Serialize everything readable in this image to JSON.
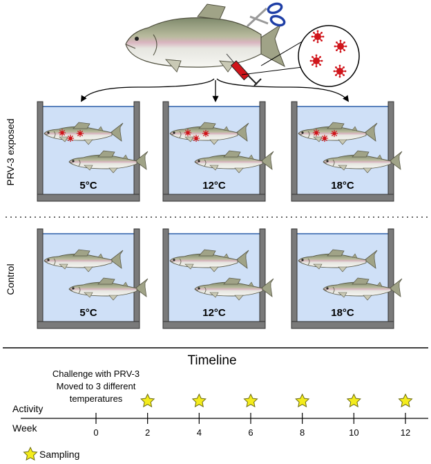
{
  "rows": [
    {
      "label": "PRV-3 exposed",
      "infected": true
    },
    {
      "label": "Control",
      "infected": false
    }
  ],
  "temperatures": [
    "5°C",
    "12°C",
    "18°C"
  ],
  "timeline": {
    "title": "Timeline",
    "challenge_line1": "Challenge with PRV-3",
    "challenge_line2": "Moved to 3 different",
    "challenge_line3": "temperatures",
    "activity_label": "Activity",
    "week_label": "Week",
    "weeks": [
      "0",
      "2",
      "4",
      "6",
      "8",
      "10",
      "12"
    ],
    "sampling_weeks": [
      2,
      4,
      6,
      8,
      10,
      12
    ]
  },
  "legend": {
    "sampling_label": "Sampling"
  },
  "icons": {
    "scissors": "scissors-icon",
    "syringe": "syringe-icon",
    "virus": "virus-icon",
    "star": "star-icon"
  },
  "colors": {
    "water": "#cfe0f7",
    "waterline": "#2b5fa8",
    "tank_wall": "#7a7a7a",
    "virus_red": "#d0151b",
    "star_yellow": "#f4ec1c",
    "fish_body": "#b7b69a"
  }
}
